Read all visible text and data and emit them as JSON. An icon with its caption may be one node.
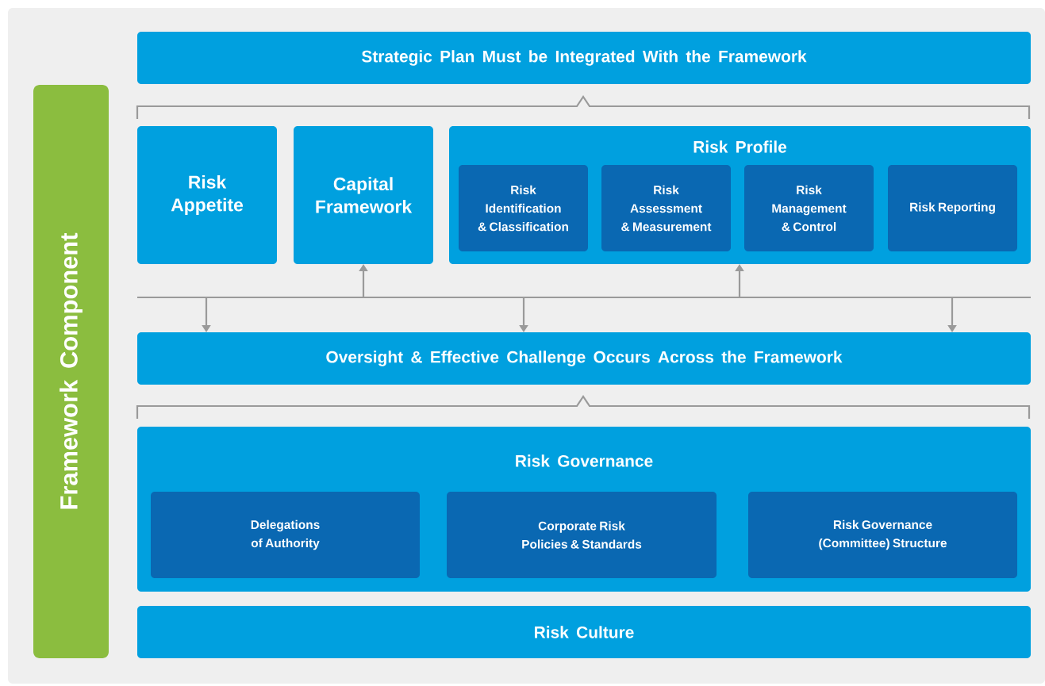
{
  "diagram": {
    "nodes": [
      {
        "text": [
          "Framework Component"
        ]
      },
      {
        "text": [
          "Strategic Plan Must be Integrated With the Framework"
        ]
      },
      {
        "text": [
          "Risk Appetite"
        ]
      },
      {
        "text": [
          "Capital Framework"
        ]
      },
      {
        "text": [
          "Risk Profile"
        ]
      },
      {
        "text": [
          "Risk Identification & Classification"
        ],
        "in": 4
      },
      {
        "text": [
          "Risk Assessment & Measurement"
        ],
        "in": 4
      },
      {
        "text": [
          "Risk Management & Control"
        ],
        "in": 4
      },
      {
        "text": [
          "Risk Reporting"
        ],
        "in": 4
      },
      {
        "text": [
          "Oversight & Effective Challenge Occurs Across the Framework"
        ]
      },
      {
        "text": [
          "Risk Governance"
        ]
      },
      {
        "text": [
          "Delegations of Authority"
        ],
        "in": 10
      },
      {
        "text": [
          "Corporate Risk Policies & Standards"
        ],
        "in": 10
      },
      {
        "text": [
          "Risk Governance (Committee) Structure"
        ],
        "in": 10
      },
      {
        "text": [
          "Risk Culture"
        ]
      }
    ],
    "edges": [
      {
        "from": null,
        "to": 9,
        "arrow": "to"
      },
      {
        "from": null,
        "to": 3,
        "arrow": "to"
      },
      {
        "from": null,
        "to": 9,
        "arrow": "to"
      },
      {
        "from": null,
        "to": 4,
        "arrow": "to"
      },
      {
        "from": null,
        "to": 9,
        "arrow": "to"
      }
    ]
  }
}
